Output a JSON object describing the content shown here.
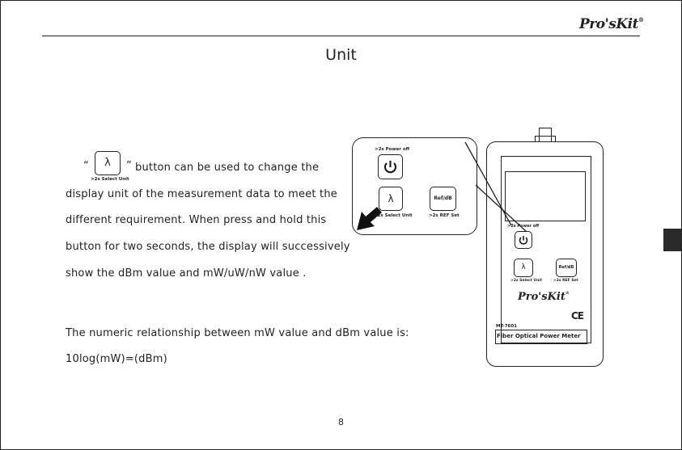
{
  "header": {
    "brand": "Pro'sKit",
    "registered": "®"
  },
  "title": "Unit",
  "paragraph": {
    "open_quote": "“",
    "close_quote": "”",
    "button_glyph": "λ",
    "button_caption": ">2s Select Unit",
    "line1": "button can be used to change the",
    "line2": "display unit of the measurement data to meet the",
    "line3": "different requirement. When press and hold this",
    "line4": "button for two seconds, the display will successively",
    "line5": "show the dBm value and mW/uW/nW value ."
  },
  "relationship": {
    "line1": "The numeric relationship between mW value and dBm value is:",
    "formula": "10log(mW)=(dBm)"
  },
  "zoom_panel": {
    "power_caption": ">2s Power off",
    "lambda_glyph": "λ",
    "lambda_caption": ">2s Select Unit",
    "ref_label": "Ref/dB",
    "ref_caption": ">2s REF Set"
  },
  "device": {
    "power_caption": ">2s Power off",
    "lambda_glyph": "λ",
    "lambda_caption": ">2s Select Unit",
    "ref_label": "Ref/dB",
    "ref_caption": ">2s REF Set",
    "brand": "Pro'sKit",
    "registered": "®",
    "ce_mark": "CE",
    "model": "MT-7601",
    "product_name": "Fiber Optical Power Meter"
  },
  "page_number": "8"
}
